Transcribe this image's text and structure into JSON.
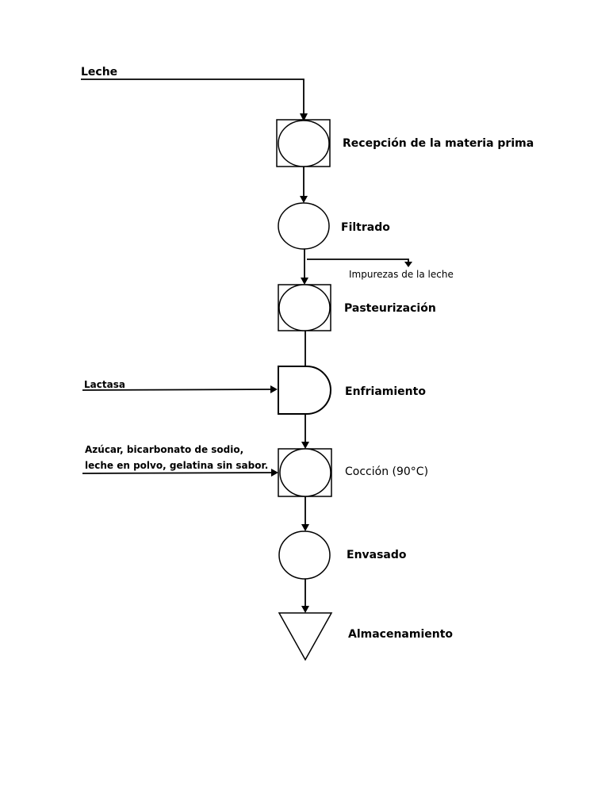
{
  "inputs": {
    "leche": "Leche",
    "lactasa": "Lactasa",
    "aditivos_line1": "Azúcar, bicarbonato de sodio,",
    "aditivos_line2": "leche en polvo, gelatina sin sabor."
  },
  "outputs": {
    "impurezas": "Impurezas de la leche"
  },
  "steps": [
    {
      "label": "Recepción de la materia prima",
      "symbol": "combined-operation-inspection"
    },
    {
      "label": "Filtrado",
      "symbol": "operation"
    },
    {
      "label": "Pasteurización",
      "symbol": "combined-operation-inspection"
    },
    {
      "label": "Enfriamiento",
      "symbol": "delay"
    },
    {
      "label": "Cocción (90°C)",
      "symbol": "combined-operation-inspection"
    },
    {
      "label": "Envasado",
      "symbol": "operation"
    },
    {
      "label": "Almacenamiento",
      "symbol": "storage"
    }
  ]
}
